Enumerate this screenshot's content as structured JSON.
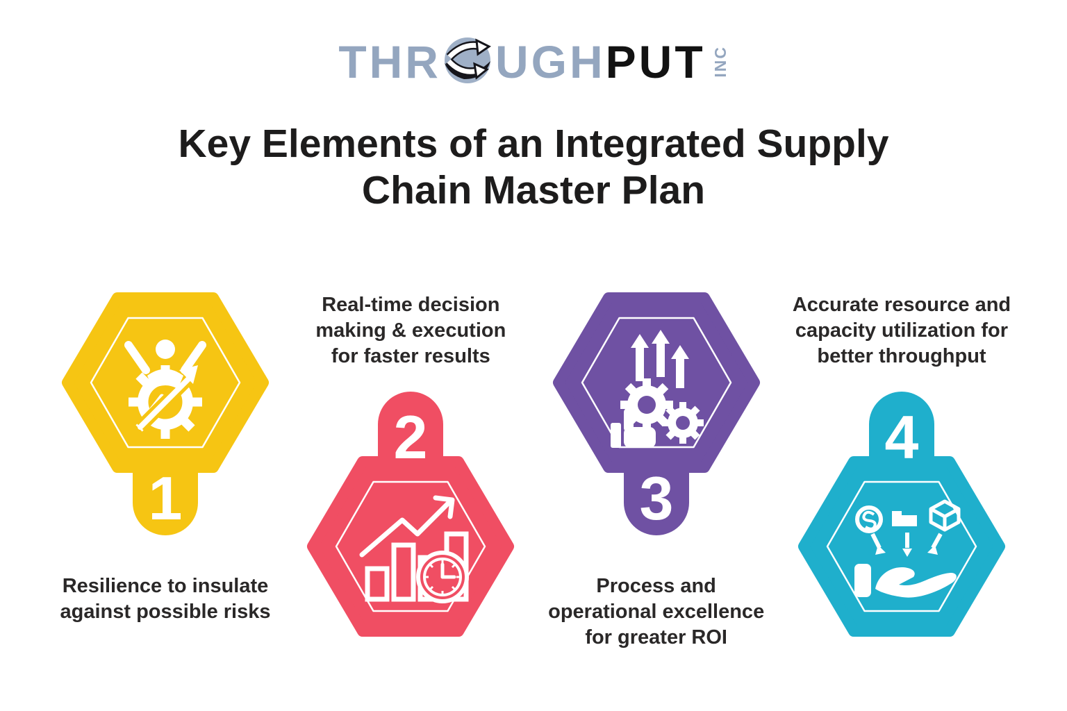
{
  "logo": {
    "part1": "THR",
    "part2": "UGH",
    "part3": "PUT",
    "inc": "INC",
    "gray_color": "#94A6BF",
    "black_color": "#121212",
    "globe_icon": "throughput-globe-icon"
  },
  "title": {
    "line1": "Key Elements of an Integrated Supply",
    "line2": "Chain Master Plan"
  },
  "items": [
    {
      "number": "1",
      "color": "#F6C513",
      "icon": "resilience-gear-person-icon",
      "caption_lines": [
        "Resilience to insulate",
        "against possible risks"
      ]
    },
    {
      "number": "2",
      "color": "#F04E63",
      "icon": "realtime-chart-clock-icon",
      "caption_lines": [
        "Real-time decision",
        "making & execution",
        "for faster results"
      ]
    },
    {
      "number": "3",
      "color": "#6F51A3",
      "icon": "gears-thumbs-up-arrows-icon",
      "caption_lines": [
        "Process and",
        "operational excellence",
        "for greater ROI"
      ]
    },
    {
      "number": "4",
      "color": "#1FAFCC",
      "icon": "resources-in-hand-icon",
      "caption_lines": [
        "Accurate resource and",
        "capacity utilization for",
        "better throughput"
      ]
    }
  ]
}
